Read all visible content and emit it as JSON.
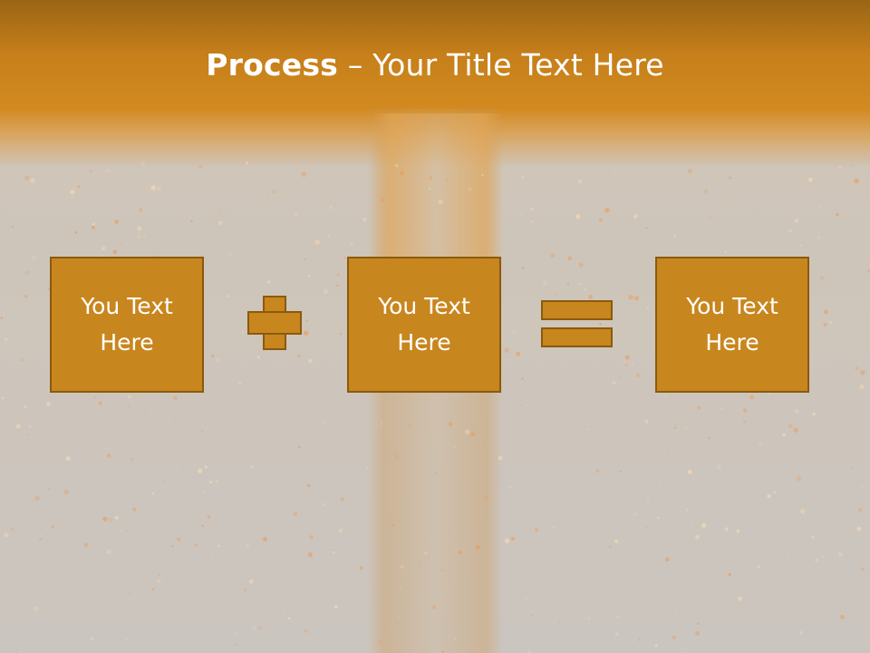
{
  "title": {
    "bold": "Process",
    "rest": " – Your Title Text Here"
  },
  "boxes": [
    {
      "text": "You Text Here"
    },
    {
      "text": "You Text Here"
    },
    {
      "text": "You Text Here"
    }
  ],
  "operators": {
    "first": "plus",
    "second": "equals"
  },
  "colors": {
    "header": "#c67f1a",
    "box_fill": "#c8861e",
    "box_border": "#8a5a0c",
    "background": "#cbc5bf",
    "text": "#ffffff"
  }
}
